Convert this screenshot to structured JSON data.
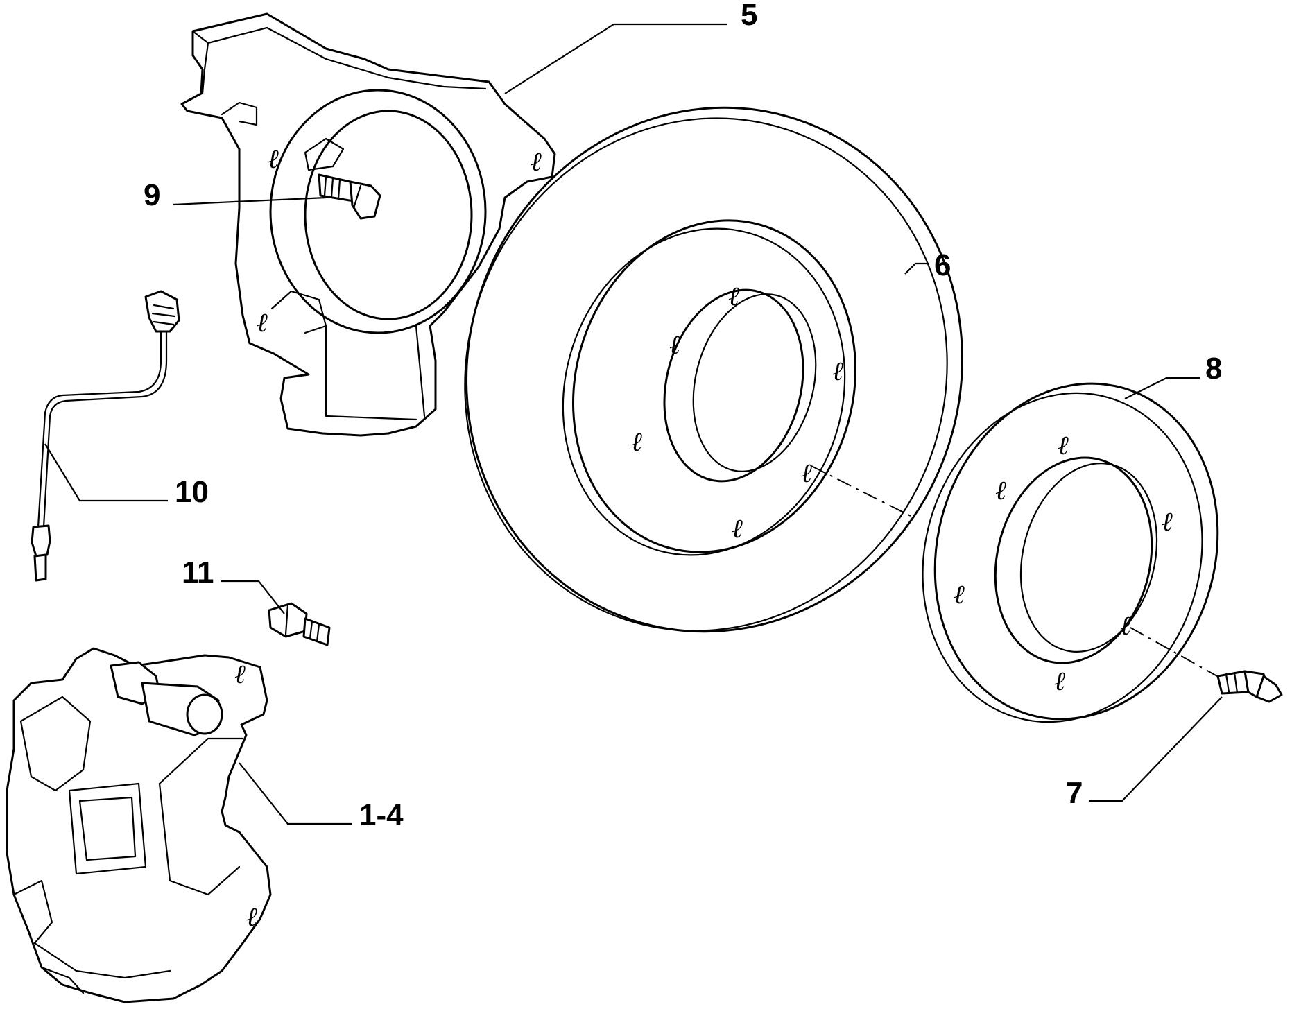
{
  "labels": {
    "caliper": "1-4",
    "splash_shield": "5",
    "brake_disc": "6",
    "wheel_stud": "7",
    "spacer_ring": "8",
    "shield_bolt": "9",
    "wear_sensor": "10",
    "caliper_bolt": "11"
  },
  "hole_glyph": "ℓ",
  "colors": {
    "line": "#000000",
    "background": "#ffffff"
  }
}
